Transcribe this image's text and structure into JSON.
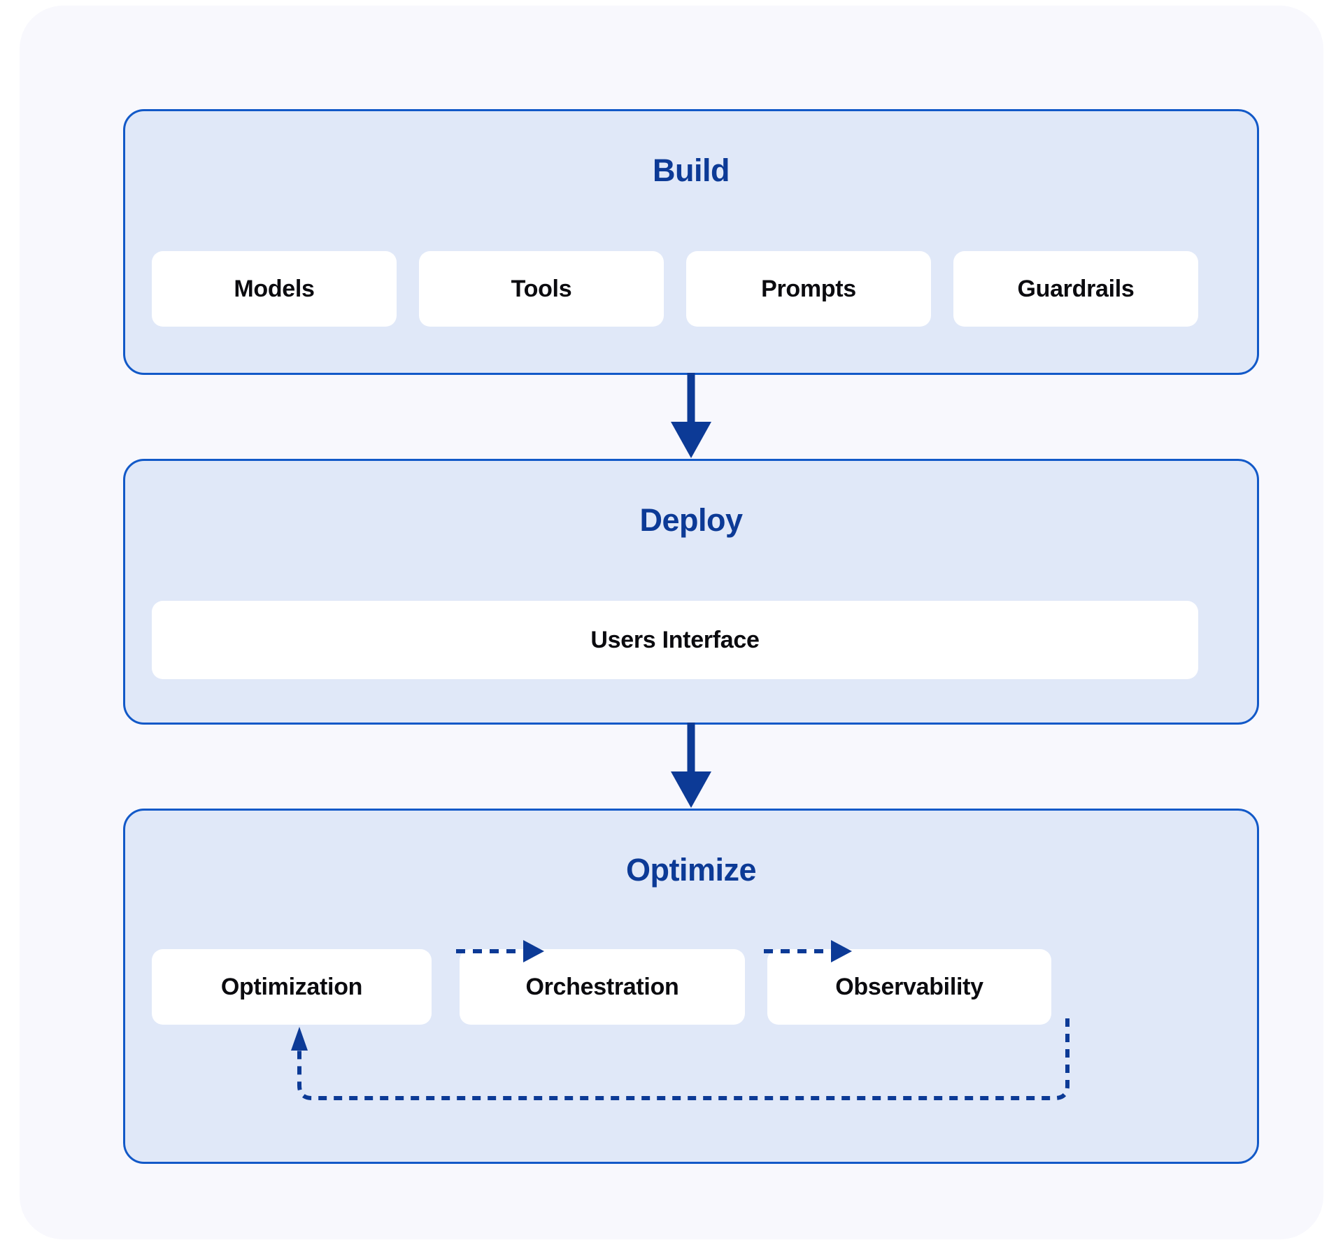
{
  "diagram": {
    "title": "",
    "colors": {
      "page_background": "#ffffff",
      "card_background": "#f8f8fd",
      "panel_fill": "#e0e8f8",
      "panel_border": "#1259c8",
      "heading_text": "#0c3a96",
      "item_text": "#0b0b0f",
      "item_fill": "#ffffff",
      "arrow": "#0c3a96"
    },
    "stages": [
      {
        "id": "build",
        "title": "Build",
        "items": [
          {
            "label": "Models"
          },
          {
            "label": "Tools"
          },
          {
            "label": "Prompts"
          },
          {
            "label": "Guardrails"
          }
        ]
      },
      {
        "id": "deploy",
        "title": "Deploy",
        "items": [
          {
            "label": "Users Interface"
          }
        ]
      },
      {
        "id": "optimize",
        "title": "Optimize",
        "items": [
          {
            "label": "Optimization"
          },
          {
            "label": "Orchestration"
          },
          {
            "label": "Observability"
          }
        ]
      }
    ],
    "connectors": [
      {
        "id": "build-to-deploy",
        "from": "Build",
        "to": "Deploy",
        "style": "solid",
        "direction": "down"
      },
      {
        "id": "deploy-to-optimize",
        "from": "Deploy",
        "to": "Optimize",
        "style": "solid",
        "direction": "down"
      },
      {
        "id": "optimization-to-orchestration",
        "from": "Optimization",
        "to": "Orchestration",
        "style": "dashed",
        "direction": "right"
      },
      {
        "id": "orchestration-to-observability",
        "from": "Orchestration",
        "to": "Observability",
        "style": "dashed",
        "direction": "right"
      },
      {
        "id": "observability-to-optimization",
        "from": "Observability",
        "to": "Optimization",
        "style": "dashed",
        "direction": "loop-back"
      }
    ]
  }
}
